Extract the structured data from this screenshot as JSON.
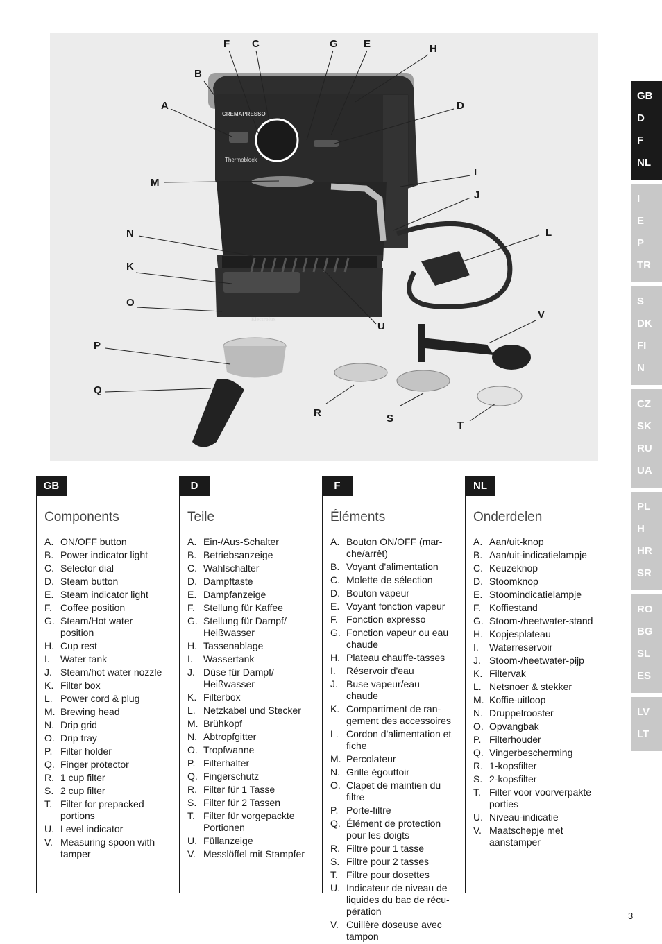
{
  "figure": {
    "callouts": [
      "A",
      "B",
      "C",
      "D",
      "E",
      "F",
      "G",
      "H",
      "I",
      "J",
      "K",
      "L",
      "M",
      "N",
      "O",
      "P",
      "Q",
      "R",
      "S",
      "T",
      "U",
      "V"
    ],
    "brand_model": "CREMAPRESSO",
    "brand_thermo": "Thermoblock",
    "brand_maker": "Electrolux"
  },
  "tabs": [
    {
      "items": [
        "GB",
        "D",
        "F",
        "NL"
      ],
      "active": true
    },
    {
      "items": [
        "I",
        "E",
        "P",
        "TR"
      ],
      "active": false
    },
    {
      "items": [
        "S",
        "DK",
        "FI",
        "N"
      ],
      "active": false
    },
    {
      "items": [
        "CZ",
        "SK",
        "RU",
        "UA"
      ],
      "active": false
    },
    {
      "items": [
        "PL",
        "H",
        "HR",
        "SR"
      ],
      "active": false
    },
    {
      "items": [
        "RO",
        "BG",
        "SL",
        "ES"
      ],
      "active": false
    },
    {
      "items": [
        "LV",
        "LT"
      ],
      "active": false
    }
  ],
  "columns": [
    {
      "badge": "GB",
      "title": "Components",
      "items": [
        [
          "A.",
          "ON/OFF button"
        ],
        [
          "B.",
          "Power indicator light"
        ],
        [
          "C.",
          "Selector dial"
        ],
        [
          "D.",
          "Steam button"
        ],
        [
          "E.",
          "Steam indicator light"
        ],
        [
          "F.",
          "Coffee position"
        ],
        [
          "G.",
          "Steam/Hot water position"
        ],
        [
          "H.",
          "Cup rest"
        ],
        [
          "I.",
          "Water tank"
        ],
        [
          "J.",
          "Steam/hot water nozzle"
        ],
        [
          "K.",
          "Filter box"
        ],
        [
          "L.",
          "Power cord & plug"
        ],
        [
          "M.",
          "Brewing head"
        ],
        [
          "N.",
          "Drip grid"
        ],
        [
          "O.",
          "Drip tray"
        ],
        [
          "P.",
          "Filter holder"
        ],
        [
          "Q.",
          "Finger protector"
        ],
        [
          "R.",
          "1 cup filter"
        ],
        [
          "S.",
          "2 cup filter"
        ],
        [
          "T.",
          "Filter for prepacked portions"
        ],
        [
          "U.",
          "Level indicator"
        ],
        [
          "V.",
          "Measuring spoon with tamper"
        ]
      ]
    },
    {
      "badge": "D",
      "title": "Teile",
      "items": [
        [
          "A.",
          "Ein-/Aus-Schalter"
        ],
        [
          "B.",
          "Betriebsanzeige"
        ],
        [
          "C.",
          "Wahlschalter"
        ],
        [
          "D.",
          "Dampftaste"
        ],
        [
          "E.",
          "Dampfanzeige"
        ],
        [
          "F.",
          "Stellung für Kaffee"
        ],
        [
          "G.",
          "Stellung für Dampf/ Heißwasser"
        ],
        [
          "H.",
          "Tassenablage"
        ],
        [
          "I.",
          "Wassertank"
        ],
        [
          "J.",
          "Düse für Dampf/ Heißwasser"
        ],
        [
          "K.",
          "Filterbox"
        ],
        [
          "L.",
          "Netzkabel und Stecker"
        ],
        [
          "M.",
          "Brühkopf"
        ],
        [
          "N.",
          "Abtropfgitter"
        ],
        [
          "O.",
          "Tropfwanne"
        ],
        [
          "P.",
          "Filterhalter"
        ],
        [
          "Q.",
          "Fingerschutz"
        ],
        [
          "R.",
          "Filter für 1 Tasse"
        ],
        [
          "S.",
          "Filter für 2 Tassen"
        ],
        [
          "T.",
          "Filter für vorgepackte Portionen"
        ],
        [
          "U.",
          "Füllanzeige"
        ],
        [
          "V.",
          "Messlöffel mit Stampfer"
        ]
      ]
    },
    {
      "badge": "F",
      "title": "Éléments",
      "items": [
        [
          "A.",
          "Bouton ON/OFF (mar-che/arrêt)"
        ],
        [
          "B.",
          "Voyant d'alimentation"
        ],
        [
          "C.",
          "Molette de sélection"
        ],
        [
          "D.",
          "Bouton vapeur"
        ],
        [
          "E.",
          "Voyant fonction vapeur"
        ],
        [
          "F.",
          "Fonction expresso"
        ],
        [
          "G.",
          "Fonction vapeur ou eau chaude"
        ],
        [
          "H.",
          "Plateau chauffe-tasses"
        ],
        [
          "I.",
          "Réservoir d'eau"
        ],
        [
          "J.",
          "Buse vapeur/eau chaude"
        ],
        [
          "K.",
          "Compartiment de ran-gement des accessoires"
        ],
        [
          "L.",
          "Cordon d'alimentation et fiche"
        ],
        [
          "M.",
          "Percolateur"
        ],
        [
          "N.",
          "Grille égouttoir"
        ],
        [
          "O.",
          "Clapet de maintien du filtre"
        ],
        [
          "P.",
          "Porte-filtre"
        ],
        [
          "Q.",
          "Élément de protection pour les doigts"
        ],
        [
          "R.",
          "Filtre pour 1 tasse"
        ],
        [
          "S.",
          "Filtre pour 2 tasses"
        ],
        [
          "T.",
          "Filtre pour dosettes"
        ],
        [
          "U.",
          "Indicateur de niveau de liquides du bac de récu-pération"
        ],
        [
          "V.",
          "Cuillère doseuse avec tampon"
        ]
      ]
    },
    {
      "badge": "NL",
      "title": "Onderdelen",
      "items": [
        [
          "A.",
          "Aan/uit-knop"
        ],
        [
          "B.",
          "Aan/uit-indicatielampje"
        ],
        [
          "C.",
          "Keuzeknop"
        ],
        [
          "D.",
          "Stoomknop"
        ],
        [
          "E.",
          "Stoomindicatielampje"
        ],
        [
          "F.",
          "Koffiestand"
        ],
        [
          "G.",
          "Stoom-/heetwater-stand"
        ],
        [
          "H.",
          "Kopjesplateau"
        ],
        [
          "I.",
          "Waterreservoir"
        ],
        [
          "J.",
          "Stoom-/heetwater-pijp"
        ],
        [
          "K.",
          "Filtervak"
        ],
        [
          "L.",
          "Netsnoer & stekker"
        ],
        [
          "M.",
          "Koffie-uitloop"
        ],
        [
          "N.",
          "Druppelrooster"
        ],
        [
          "O.",
          "Opvangbak"
        ],
        [
          "P.",
          "Filterhouder"
        ],
        [
          "Q.",
          "Vingerbescherming"
        ],
        [
          "R.",
          "1-kopsfilter"
        ],
        [
          "S.",
          "2-kopsfilter"
        ],
        [
          "T.",
          "Filter voor voorverpakte porties"
        ],
        [
          "U.",
          "Niveau-indicatie"
        ],
        [
          "V.",
          "Maatschepje met aanstamper"
        ]
      ]
    }
  ],
  "page_number": "3"
}
